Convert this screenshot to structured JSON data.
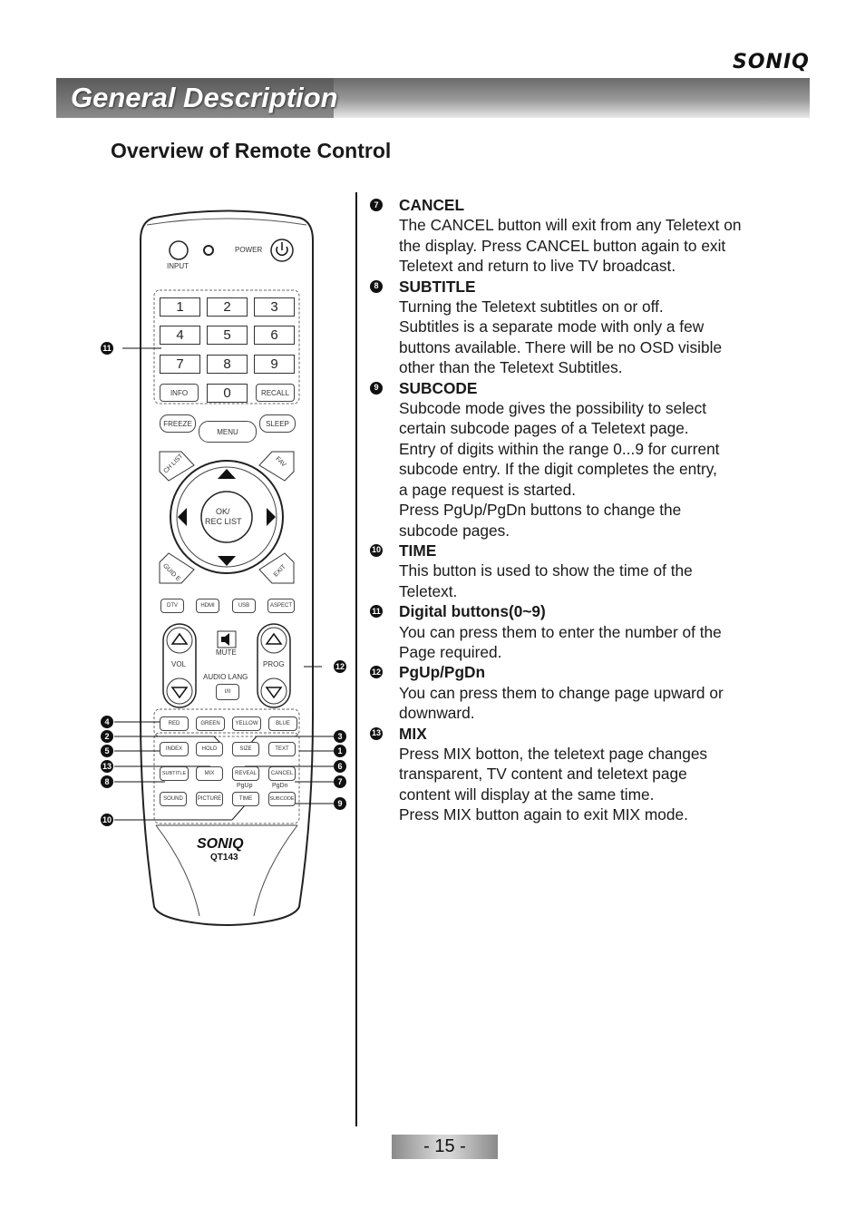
{
  "header": {
    "brand": "SONIQ",
    "section_title": "General Description",
    "subtitle": "Overview of Remote Control"
  },
  "remote": {
    "model_logo": "SONIQ",
    "model": "QT143",
    "labels": {
      "input": "INPUT",
      "power": "POWER",
      "mute": "MUTE",
      "vol": "VOL",
      "prog": "PROG",
      "audio_lang": "AUDIO LANG",
      "audio_btn": "I/II",
      "pgup": "PgUp",
      "pgdn": "PgDn",
      "ok": "OK/",
      "rec_list": "REC LIST",
      "ch_list": "CH LIST",
      "fav": "FAV",
      "guide": "GUID E",
      "exit": "EXIT",
      "menu": "MENU",
      "freeze": "FREEZE",
      "sleep": "SLEEP",
      "info": "INFO",
      "recall": "RECALL"
    },
    "digits": [
      "1",
      "2",
      "3",
      "4",
      "5",
      "6",
      "7",
      "8",
      "9",
      "0"
    ],
    "source_buttons": [
      "DTV",
      "HDMI",
      "USB",
      "ASPECT"
    ],
    "color_buttons": [
      "RED",
      "GREEN",
      "YELLOW",
      "BLUE"
    ],
    "teletext_row1": [
      "INDEX",
      "HOLD",
      "SIZE",
      "TEXT"
    ],
    "teletext_row2": [
      "SUBTITLE",
      "MIX",
      "REVEAL",
      "CANCEL"
    ],
    "teletext_row3": [
      "SOUND",
      "PICTURE",
      "TIME",
      "SUBCODE"
    ],
    "callouts_left": [
      "4",
      "2",
      "5",
      "13",
      "8",
      "10",
      "11"
    ],
    "callouts_right": [
      "12",
      "3",
      "1",
      "6",
      "7",
      "9"
    ]
  },
  "items": [
    {
      "num": "7",
      "title": "CANCEL",
      "lines": [
        "The CANCEL button will exit from any Teletext on",
        "the display. Press CANCEL button again to exit",
        "Teletext and return to live TV broadcast."
      ]
    },
    {
      "num": "8",
      "title": "SUBTITLE",
      "lines": [
        "Turning the Teletext subtitles on or off.",
        "Subtitles is a separate mode with only a few",
        "buttons available. There will be no OSD visible",
        "other than the Teletext Subtitles."
      ]
    },
    {
      "num": "9",
      "title": "SUBCODE",
      "lines": [
        "Subcode mode gives the possibility to select",
        "certain subcode pages of a Teletext page.",
        "Entry of digits within the range 0...9 for current",
        "subcode entry. If the digit completes the entry,",
        "a page request is started.",
        "Press PgUp/PgDn buttons to change the",
        "subcode pages."
      ]
    },
    {
      "num": "10",
      "title": "TIME",
      "lines": [
        "This button is used to show the time of the",
        "Teletext."
      ]
    },
    {
      "num": "11",
      "title": "Digital buttons(0~9)",
      "lines": [
        "You can press them to enter the number of the",
        "Page required."
      ]
    },
    {
      "num": "12",
      "title": "PgUp/PgDn",
      "lines": [
        "You can press them to change page upward or",
        "downward."
      ]
    },
    {
      "num": "13",
      "title": "MIX",
      "lines": [
        "Press MIX botton, the teletext page changes",
        "transparent, TV content and teletext page",
        "content will display at the same time.",
        "Press MIX button again to exit MIX mode."
      ]
    }
  ],
  "footer": {
    "page": "- 15 -"
  }
}
